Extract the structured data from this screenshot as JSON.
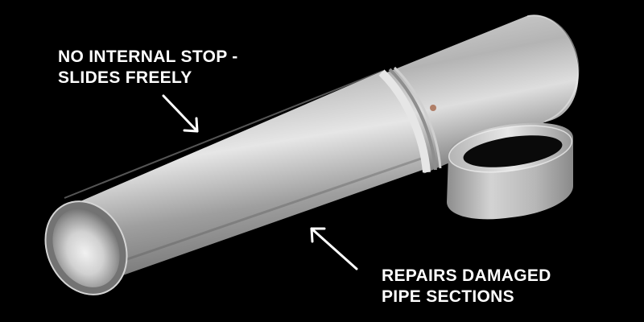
{
  "callouts": {
    "no_internal_stop": {
      "line1": "NO INTERNAL STOP -",
      "line2": "SLIDES FREELY"
    },
    "repairs_damaged": {
      "line1": "REPAIRS DAMAGED",
      "line2": "PIPE SECTIONS"
    }
  },
  "colors": {
    "background": "#000000",
    "text": "#ffffff",
    "metal_highlight": "#e4e4e4",
    "metal_shadow": "#6f6f6f"
  }
}
